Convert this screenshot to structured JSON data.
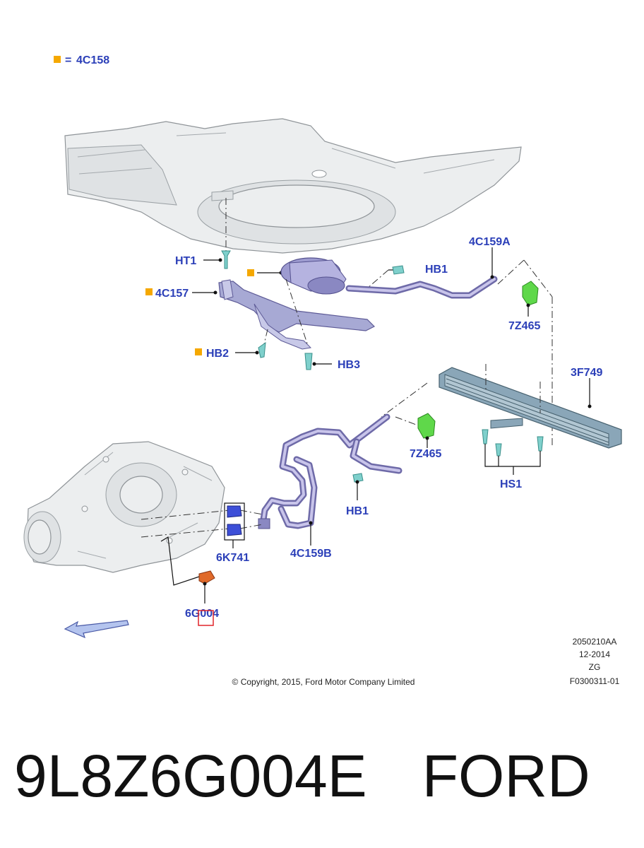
{
  "legend": {
    "marker_color": "#f5a800",
    "equals": "=",
    "code": "4C158"
  },
  "labels": {
    "ht1": "HT1",
    "c4c157": "4C157",
    "hb2": "HB2",
    "hb3": "HB3",
    "hb1_top": "HB1",
    "c4c159a": "4C159A",
    "z7465_top": "7Z465",
    "f3749": "3F749",
    "z7465_mid": "7Z465",
    "hs1": "HS1",
    "hb1_bottom": "HB1",
    "k6741": "6K741",
    "c4c159b": "4C159B",
    "g6004": "6G004"
  },
  "meta": {
    "code": "2050210AA",
    "date": "12-2014",
    "zg": "ZG",
    "ref": "F0300311-01",
    "copyright": "© Copyright, 2015, Ford Motor Company Limited"
  },
  "part_number": "9L8Z6G004E",
  "brand": "FORD",
  "colors": {
    "label_blue": "#2b3fb8",
    "marker_orange": "#f5a800",
    "tube_purple": "#6e6aa8",
    "clip_green": "#5fd84a",
    "highlight_red": "#e0252a",
    "cooler_blue": "#8aa6b8",
    "sensor_orange": "#e06a2a"
  }
}
